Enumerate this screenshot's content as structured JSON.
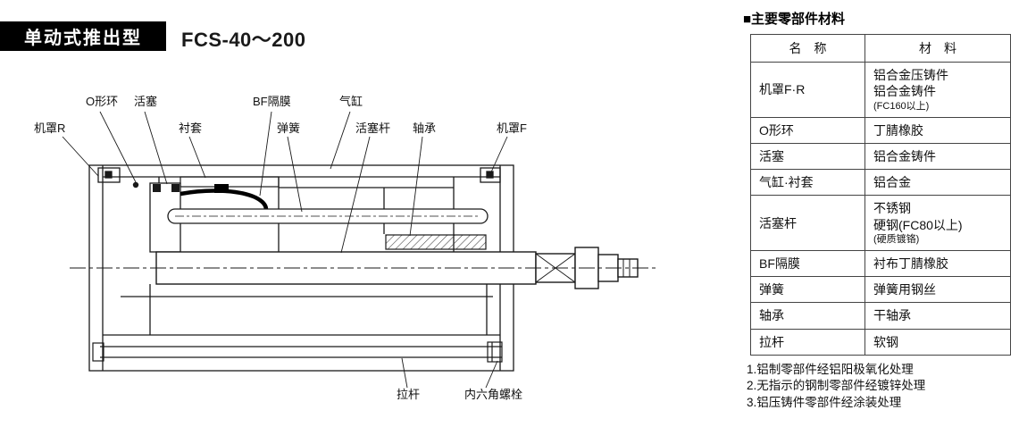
{
  "header": {
    "type_label": "单动式推出型",
    "model_label": "FCS-40～200"
  },
  "diagram": {
    "labels": {
      "cover_r": "机罩R",
      "o_ring": "O形环",
      "piston": "活塞",
      "bushing": "衬套",
      "bf_diaphragm": "BF隔膜",
      "spring": "弹簧",
      "cylinder": "气缸",
      "piston_rod": "活塞杆",
      "bearing": "轴承",
      "cover_f": "机罩F",
      "tie_rod": "拉杆",
      "hex_bolt": "内六角螺栓"
    }
  },
  "table": {
    "title": "■主要零部件材料",
    "headers": {
      "name": "名　称",
      "material": "材　料"
    },
    "rows": [
      {
        "name": "机罩F·R",
        "mat1": "铝合金压铸件",
        "mat2": "铝合金铸件",
        "mat3": "(FC160以上)"
      },
      {
        "name": "O形环",
        "mat1": "丁腈橡胶"
      },
      {
        "name": "活塞",
        "mat1": "铝合金铸件"
      },
      {
        "name": "气缸·衬套",
        "mat1": "铝合金"
      },
      {
        "name": "活塞杆",
        "mat1": "不锈钢",
        "mat2": "硬钢(FC80以上)",
        "mat3": "(硬质镀铬)"
      },
      {
        "name": "BF隔膜",
        "mat1": "衬布丁腈橡胶"
      },
      {
        "name": "弹簧",
        "mat1": "弹簧用钢丝"
      },
      {
        "name": "轴承",
        "mat1": "干轴承"
      },
      {
        "name": "拉杆",
        "mat1": "软钢"
      }
    ]
  },
  "notes": [
    "1.铝制零部件经铝阳极氧化处理",
    "2.无指示的钢制零部件经镀锌处理",
    "3.铝压铸件零部件经涂装处理"
  ]
}
